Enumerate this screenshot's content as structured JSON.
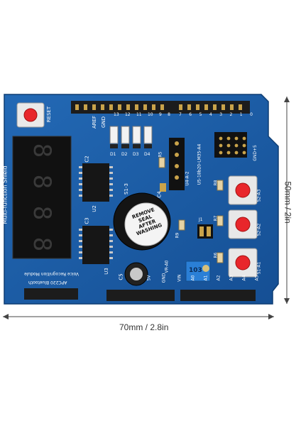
{
  "board": {
    "name": "Multi-function Shield",
    "header_labels": {
      "aref": "AREF",
      "gnd": "GND",
      "digital_pins": [
        "13",
        "12",
        "11",
        "10",
        "9",
        "8"
      ],
      "digital_pins_right": [
        "7",
        "6",
        "5",
        "4",
        "3",
        "2",
        "1",
        "0"
      ]
    },
    "reset_label": "RESET",
    "chip_labels": {
      "u2": "U2",
      "u3": "U3",
      "c2": "C2",
      "c3": "C3",
      "c4": "C4",
      "c5": "C5"
    },
    "buzzer_label": "S1-3",
    "seal_text": [
      "REMOVE",
      "SEAL",
      "AFTER",
      "WASHING"
    ],
    "led_labels": [
      "D1",
      "D2",
      "D3",
      "D4"
    ],
    "resistor_labels": [
      "R5",
      "R6",
      "R7",
      "R8",
      "R9"
    ],
    "sensor_text": [
      "U4-A-2",
      "U5-18b20-LM35-A4"
    ],
    "ir_text": "GND+5",
    "button_labels": [
      "S2-A3",
      "S2-A2",
      "S1-A1"
    ],
    "jumper_label": "J1",
    "vr_label": "VR-A0",
    "pot_text": "103",
    "module_text": "Voice Recognition Module",
    "bluetooth_text": "APC220 Bluetooth",
    "bottom_pins": [
      "5V",
      "GND",
      "VIN",
      "A0",
      "A1",
      "A2",
      "A3",
      "A4",
      "A5"
    ]
  },
  "dimensions": {
    "width_label": "70mm / 2.8in",
    "height_label": "50mm / 2in"
  },
  "colors": {
    "board": "#1a5fa8",
    "board_dark": "#134c8a",
    "silk": "#ffffff",
    "led_red": "#e8262b",
    "pot_blue": "#2a7fd6"
  }
}
